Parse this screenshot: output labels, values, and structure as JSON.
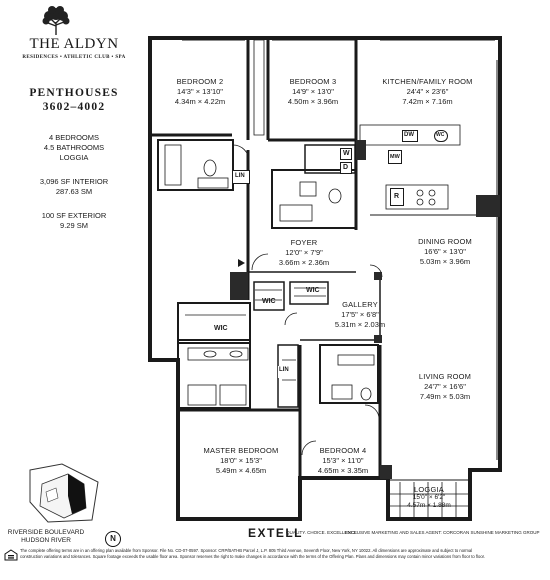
{
  "brand": {
    "name": "THE ALDYN",
    "tagline": "RESIDENCES • ATHLETIC CLUB • SPA"
  },
  "unit": {
    "title": "PENTHOUSES",
    "number": "3602–4002",
    "bedrooms": "4 BEDROOMS",
    "bathrooms": "4.5 BATHROOMS",
    "outdoor": "LOGGIA",
    "interior_sf": "3,096 SF INTERIOR",
    "interior_sm": "287.63 SM",
    "exterior_sf": "100 SF EXTERIOR",
    "exterior_sm": "9.29 SM"
  },
  "rooms": {
    "bedroom2": {
      "name": "BEDROOM 2",
      "imperial": "14'3\" × 13'10\"",
      "metric": "4.34m × 4.22m"
    },
    "bedroom3": {
      "name": "BEDROOM 3",
      "imperial": "14'9\" × 13'0\"",
      "metric": "4.50m × 3.96m"
    },
    "kitchen": {
      "name": "KITCHEN/FAMILY ROOM",
      "imperial": "24'4\" × 23'6\"",
      "metric": "7.42m × 7.16m"
    },
    "foyer": {
      "name": "FOYER",
      "imperial": "12'0\" × 7'9\"",
      "metric": "3.66m × 2.36m"
    },
    "dining": {
      "name": "DINING ROOM",
      "imperial": "16'6\" × 13'0\"",
      "metric": "5.03m × 3.96m"
    },
    "gallery": {
      "name": "GALLERY",
      "imperial": "17'5\" × 6'8\"",
      "metric": "5.31m × 2.03m"
    },
    "living": {
      "name": "LIVING ROOM",
      "imperial": "24'7\" × 16'6\"",
      "metric": "7.49m × 5.03m"
    },
    "master": {
      "name": "MASTER BEDROOM",
      "imperial": "18'0\" × 15'3\"",
      "metric": "5.49m × 4.65m"
    },
    "bedroom4": {
      "name": "BEDROOM 4",
      "imperial": "15'3\" × 11'0\"",
      "metric": "4.65m × 3.35m"
    },
    "loggia": {
      "name": "LOGGIA",
      "imperial": "15'0\" × 6'2\"",
      "metric": "4.57m × 1.88m"
    }
  },
  "tags": {
    "lin": "LIN",
    "wic": "WIC",
    "dw": "DW",
    "wc": "WC",
    "mw": "MW",
    "w": "W",
    "d": "D",
    "r": "R"
  },
  "site": {
    "street": "RIVERSIDE BOULEVARD",
    "river": "HUDSON RIVER",
    "north": "N"
  },
  "footer": {
    "developer": "EXTELL",
    "developer_tag": "QUALITY. CHOICE. EXCELLENCE",
    "agent": "EXCLUSIVE MARKETING AND SALES AGENT: CORCORAN SUNSHINE MARKETING GROUP",
    "disclaimer_1": "The complete offering terms are in an offering plan available from Sponsor. File No. CD-07-0597. Sponsor: CRP/BATHB Parcel J, L.P. 805 Third Avenue, Seventh Floor, New York, NY 10022. All dimensions are approximate and subject to normal",
    "disclaimer_2": "construction variations and tolerances. Square footage exceeds the usable floor area. Sponsor reserves the right to make changes in accordance with the terms of the Offering Plan. Plans and dimensions may contain minor variations from floor to floor."
  }
}
